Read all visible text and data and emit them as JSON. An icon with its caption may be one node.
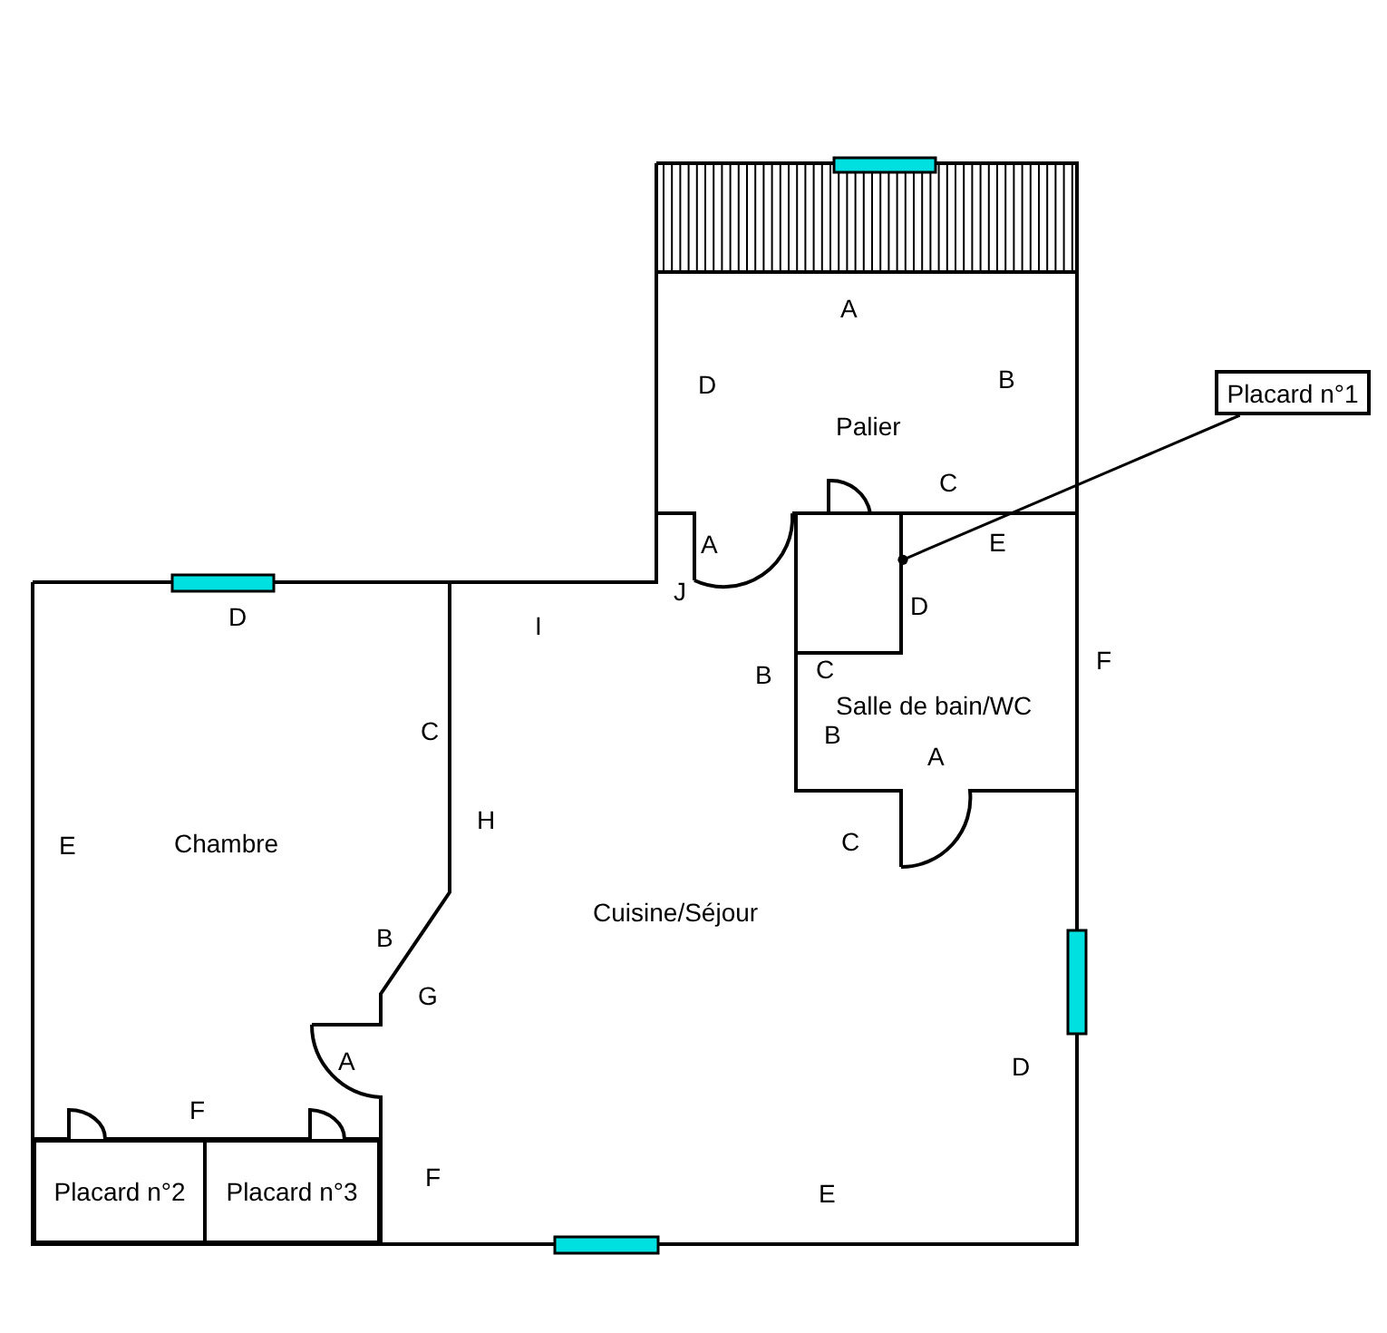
{
  "diagram": {
    "nodes": [
      {
        "text": [
          "Palier"
        ]
      },
      {
        "text": [
          "Placard n°1"
        ]
      },
      {
        "text": [],
        "shape": "box"
      },
      {
        "text": [
          "Salle de bain/WC"
        ]
      },
      {
        "text": [
          "Chambre"
        ]
      },
      {
        "text": [
          "Cuisine/Séjour"
        ]
      },
      {
        "text": [
          "Placard n°2"
        ]
      },
      {
        "text": [
          "Placard n°3"
        ]
      }
    ],
    "edges": [
      {
        "from": 1,
        "to": 2,
        "arrow": "other"
      }
    ],
    "labels": [
      "A",
      "B",
      "D",
      "C",
      "E",
      "A",
      "J",
      "D",
      "D",
      "I",
      "F",
      "C",
      "B",
      "C",
      "B",
      "A",
      "H",
      "C",
      "E",
      "B",
      "G",
      "A",
      "D",
      "F",
      "F",
      "E"
    ]
  }
}
